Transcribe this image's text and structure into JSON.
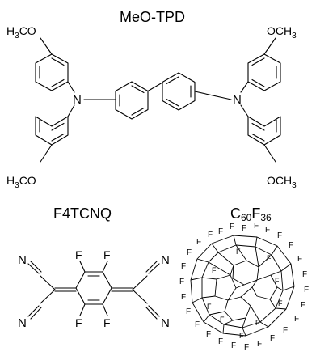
{
  "titles": {
    "top": "MeO-TPD",
    "left": "F4TCNQ",
    "right_main_1": "C",
    "right_sub_1": "60",
    "right_main_2": "F",
    "right_sub_2": "36"
  },
  "atoms": {
    "methoxy_left_prefix": "H",
    "methoxy_left_sub": "3",
    "methoxy_left_suffix": "CO",
    "methoxy_right_prefix": "OCH",
    "methoxy_right_sub": "3",
    "nitrogen": "N",
    "fluorine": "F",
    "cyano_n": "N"
  }
}
